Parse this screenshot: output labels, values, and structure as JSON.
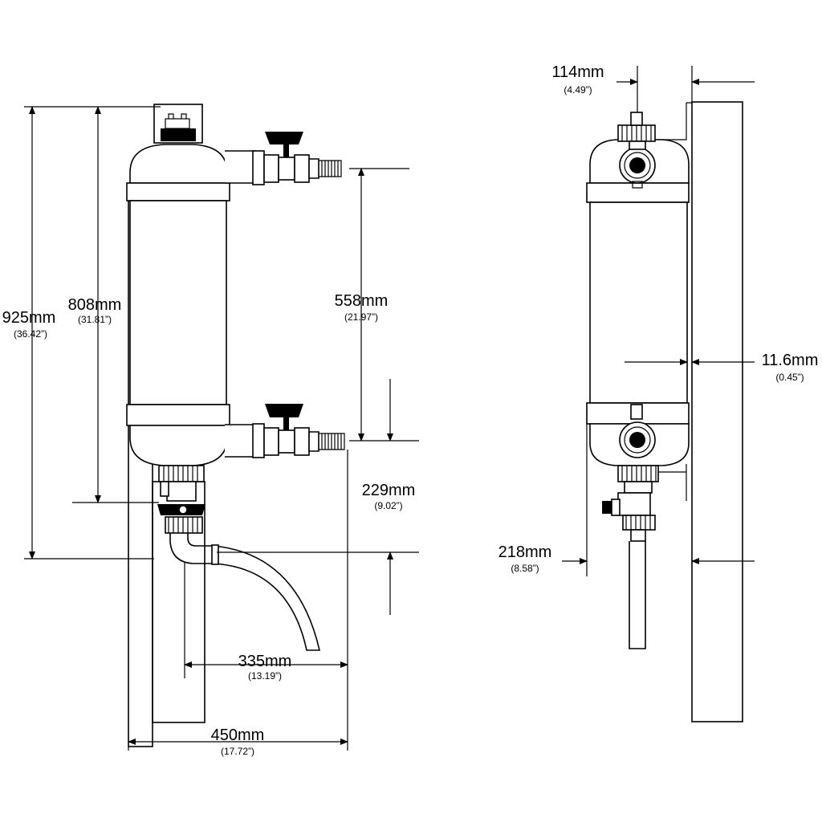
{
  "dimensions": {
    "overall_height": {
      "mm": "925mm",
      "inch": "(36.42”)"
    },
    "body_height": {
      "mm": "808mm",
      "inch": "(31.81”)"
    },
    "port_spacing": {
      "mm": "558mm",
      "inch": "(21.97”)"
    },
    "outlet_drop": {
      "mm": "229mm",
      "inch": "(9.02”)"
    },
    "hose_reach": {
      "mm": "335mm",
      "inch": "(13.19”)"
    },
    "overall_width": {
      "mm": "450mm",
      "inch": "(17.72”)"
    },
    "top_offset": {
      "mm": "114mm",
      "inch": "(4.49”)"
    },
    "wall_gap": {
      "mm": "11.6mm",
      "inch": "(0.45”)"
    },
    "depth": {
      "mm": "218mm",
      "inch": "(8.58”)"
    }
  },
  "colors": {
    "line": "#000000",
    "background": "#ffffff"
  }
}
